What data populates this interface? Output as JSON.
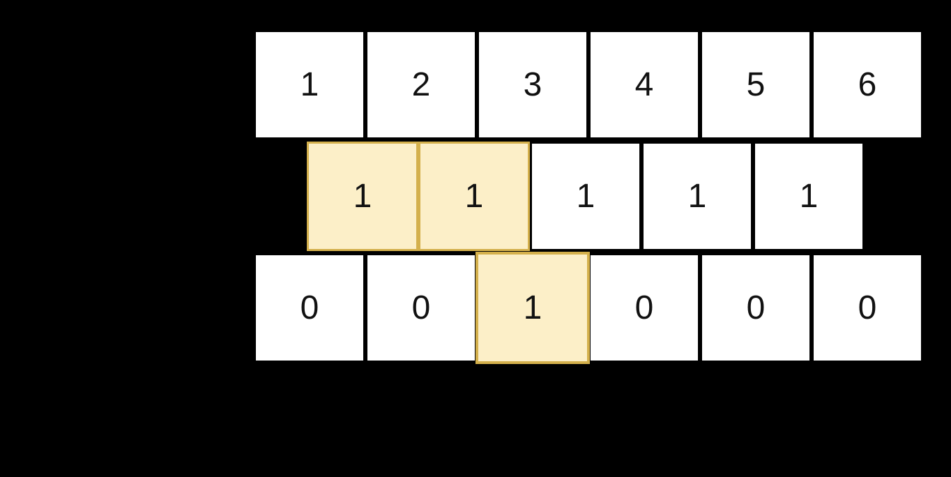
{
  "canvas": {
    "background": "#000000"
  },
  "colors": {
    "cell_fill": "#ffffff",
    "cell_border": "#000000",
    "cell_text": "#111111",
    "highlight_fill": "#FCEFC8",
    "highlight_border": "#D4B04C"
  },
  "rows": [
    {
      "name": "row-1",
      "cells": [
        {
          "label": "1",
          "highlight": false
        },
        {
          "label": "2",
          "highlight": false
        },
        {
          "label": "3",
          "highlight": false
        },
        {
          "label": "4",
          "highlight": false
        },
        {
          "label": "5",
          "highlight": false
        },
        {
          "label": "6",
          "highlight": false
        }
      ]
    },
    {
      "name": "row-2",
      "cells": [
        {
          "label": "1",
          "highlight": true
        },
        {
          "label": "1",
          "highlight": true
        },
        {
          "label": "1",
          "highlight": false
        },
        {
          "label": "1",
          "highlight": false
        },
        {
          "label": "1",
          "highlight": false
        }
      ]
    },
    {
      "name": "row-3",
      "cells": [
        {
          "label": "0",
          "highlight": false
        },
        {
          "label": "0",
          "highlight": false
        },
        {
          "label": "1",
          "highlight": true,
          "strong": true
        },
        {
          "label": "0",
          "highlight": false
        },
        {
          "label": "0",
          "highlight": false
        },
        {
          "label": "0",
          "highlight": false
        }
      ]
    }
  ]
}
